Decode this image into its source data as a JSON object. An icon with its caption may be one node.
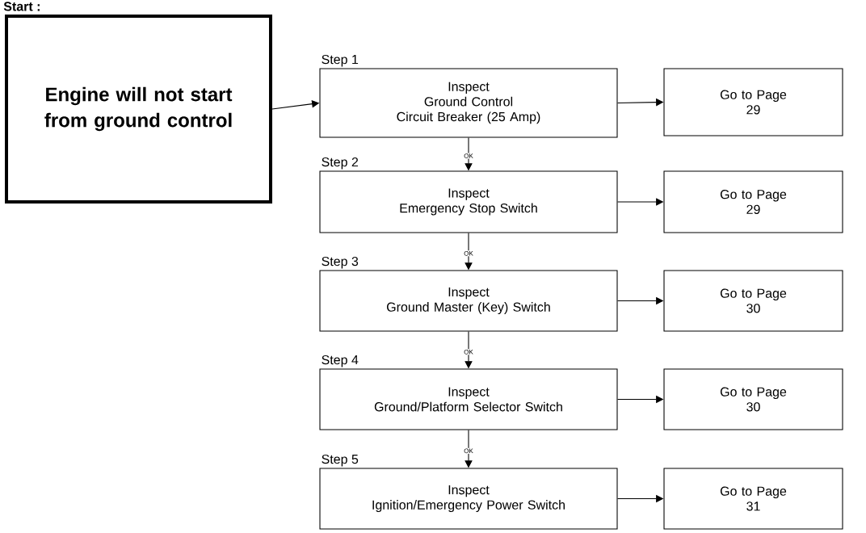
{
  "diagram": {
    "title": "Start :",
    "nodes": [
      {
        "text": [
          "Engine will not start from ground control"
        ]
      },
      {
        "text": [
          "Inspect",
          "Ground Control",
          "Circuit Breaker (25 Amp)"
        ],
        "beside": [
          "Step 1"
        ]
      },
      {
        "text": [
          "Inspect",
          "Emergency Stop Switch"
        ],
        "beside": [
          "Step 2"
        ]
      },
      {
        "text": [
          "Inspect",
          "Ground Master (Key) Switch"
        ],
        "beside": [
          "Step 3"
        ]
      },
      {
        "text": [
          "Inspect",
          "Ground/Platform Selector Switch"
        ],
        "beside": [
          "Step 4"
        ]
      },
      {
        "text": [
          "Inspect",
          "Ignition/Emergency Power Switch"
        ],
        "beside": [
          "Step 5"
        ]
      },
      {
        "text": [
          "Go to Page",
          "29"
        ]
      },
      {
        "text": [
          "Go to Page",
          "29"
        ]
      },
      {
        "text": [
          "Go to Page",
          "30"
        ]
      },
      {
        "text": [
          "Go to Page",
          "30"
        ]
      },
      {
        "text": [
          "Go to Page",
          "31"
        ]
      }
    ],
    "edges": [
      {
        "from": 0,
        "to": 1,
        "arrow": "to"
      },
      {
        "from": 1,
        "to": 2,
        "arrow": "to",
        "label": "OK"
      },
      {
        "from": 2,
        "to": 3,
        "arrow": "to",
        "label": "OK"
      },
      {
        "from": 3,
        "to": 4,
        "arrow": "to",
        "label": "OK"
      },
      {
        "from": 4,
        "to": 5,
        "arrow": "to",
        "label": "OK"
      },
      {
        "from": 1,
        "to": 6,
        "arrow": "to"
      },
      {
        "from": 2,
        "to": 7,
        "arrow": "to"
      },
      {
        "from": 3,
        "to": 8,
        "arrow": "to"
      },
      {
        "from": 4,
        "to": 9,
        "arrow": "to"
      },
      {
        "from": 5,
        "to": 10,
        "arrow": "to"
      }
    ]
  }
}
